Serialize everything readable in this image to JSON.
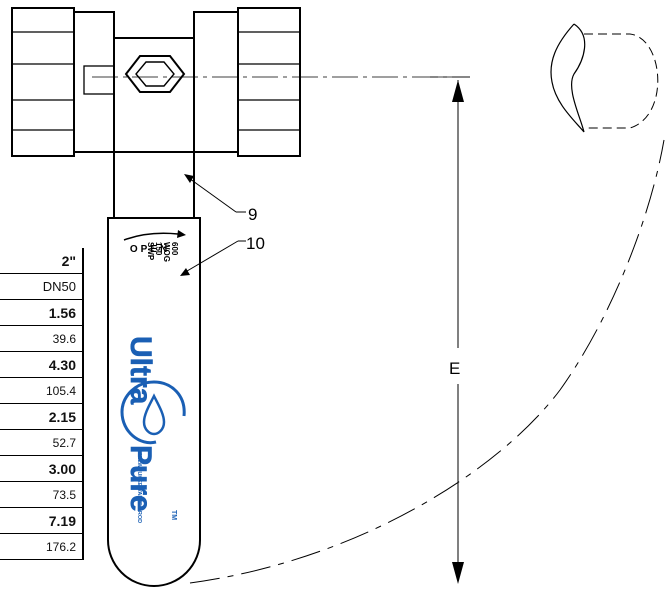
{
  "callouts": {
    "handle_stem": "9",
    "handle": "10",
    "dimension": "E"
  },
  "handle_markings": {
    "open_word": "OPEN",
    "rating_lines": [
      "600",
      "WOG",
      "150",
      "SWP"
    ],
    "brand_word_1": "Ultra",
    "brand_word_2": "Pure",
    "trademark": "TM",
    "tagline": "A MILWAUKEE VALVE PROD"
  },
  "size_table": {
    "header_in": "2\"",
    "header_dn": "DN50",
    "rows": [
      {
        "in": "1.56",
        "mm": "39.6"
      },
      {
        "in": "4.30",
        "mm": "105.4"
      },
      {
        "in": "2.15",
        "mm": "52.7"
      },
      {
        "in": "3.00",
        "mm": "73.5"
      },
      {
        "in": "7.19",
        "mm": "176.2"
      }
    ]
  },
  "colors": {
    "brand_blue": "#1a5fb4",
    "line": "#000000",
    "handle_fill": "#ffffff"
  }
}
